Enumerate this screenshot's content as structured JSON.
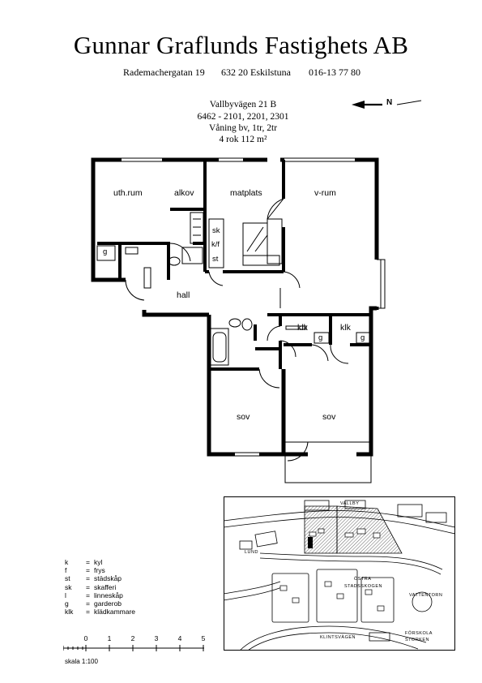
{
  "header": {
    "company": "Gunnar Graflunds Fastighets AB",
    "street": "Rademachergatan 19",
    "city": "632 20 Eskilstuna",
    "phone": "016-13 77 80"
  },
  "property": {
    "street": "Vallbyvägen 21 B",
    "ids": "6462 - 2101, 2201, 2301",
    "floors": "Våning bv, 1tr, 2tr",
    "size": "4 rok 112 m²"
  },
  "compass": {
    "label": "N"
  },
  "rooms": {
    "uthrum": "uth.rum",
    "alkov": "alkov",
    "matplats": "matplats",
    "vrum": "v-rum",
    "hall": "hall",
    "klk1": "klk",
    "klk2": "klk",
    "sov1": "sov",
    "sov2": "sov",
    "sk": "sk",
    "kf": "k/f",
    "st": "st",
    "g1": "g",
    "g2": "g",
    "g3": "g"
  },
  "legend": [
    {
      "abbr": "k",
      "desc": "kyl"
    },
    {
      "abbr": "f",
      "desc": "frys"
    },
    {
      "abbr": "st",
      "desc": "städskåp"
    },
    {
      "abbr": "sk",
      "desc": "skafferi"
    },
    {
      "abbr": "l",
      "desc": "linneskåp"
    },
    {
      "abbr": "g",
      "desc": "garderob"
    },
    {
      "abbr": "klk",
      "desc": "klädkammare"
    }
  ],
  "scale": {
    "label": "skala 1:100",
    "ticks": [
      "0",
      "1",
      "2",
      "3",
      "4",
      "5"
    ]
  },
  "map": {
    "area_label": "ÖSTRA",
    "area_label2": "STADSSKOGEN",
    "road_top": "VALLBY",
    "road_bottom": "KLINTSVÄGEN",
    "tower": "VATTENTORN",
    "school": "FÖRSKOLA",
    "storken": "STORKEN",
    "lund": "LUND"
  }
}
